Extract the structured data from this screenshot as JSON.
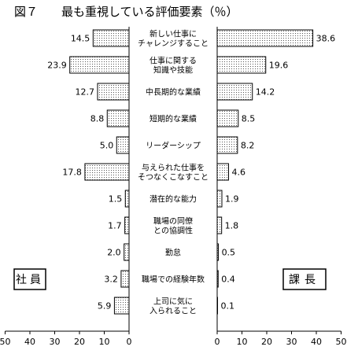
{
  "chart_data": {
    "type": "bar",
    "title": "図７　　最も重視している評価要素（％）",
    "categories": [
      "新しい仕事に\nチャレンジすること",
      "仕事に関する\n知識や技能",
      "中長期的な業績",
      "短期的な業績",
      "リーダーシップ",
      "与えられた仕事を\nそつなくこなすこと",
      "潜在的な能力",
      "職場の同僚\nとの協調性",
      "勤怠",
      "職場での経験年数",
      "上司に気に\n入られること"
    ],
    "series": [
      {
        "name": "社員",
        "values": [
          14.5,
          23.9,
          12.7,
          8.8,
          5.0,
          17.8,
          1.5,
          1.7,
          2.0,
          3.2,
          5.9
        ],
        "labels": [
          "14.5",
          "23.9",
          "12.7",
          "8.8",
          "5.0",
          "17.8",
          "1.5",
          "1.7",
          "2.0",
          "3.2",
          "5.9"
        ]
      },
      {
        "name": "課長",
        "values": [
          38.6,
          19.6,
          14.2,
          8.5,
          8.2,
          4.6,
          1.9,
          1.8,
          0.5,
          0.4,
          0.1
        ],
        "labels": [
          "38.6",
          "19.6",
          "14.2",
          "8.5",
          "8.2",
          "4.6",
          "1.9",
          "1.8",
          "0.5",
          "0.4",
          "0.1"
        ]
      }
    ],
    "xlim": [
      0,
      50
    ],
    "xticks": [
      "0",
      "10",
      "20",
      "30",
      "40",
      "50"
    ],
    "legend_left": "社員",
    "legend_right": "課長",
    "bar_fill": "#e6e6e6",
    "bar_stroke": "#000000"
  }
}
